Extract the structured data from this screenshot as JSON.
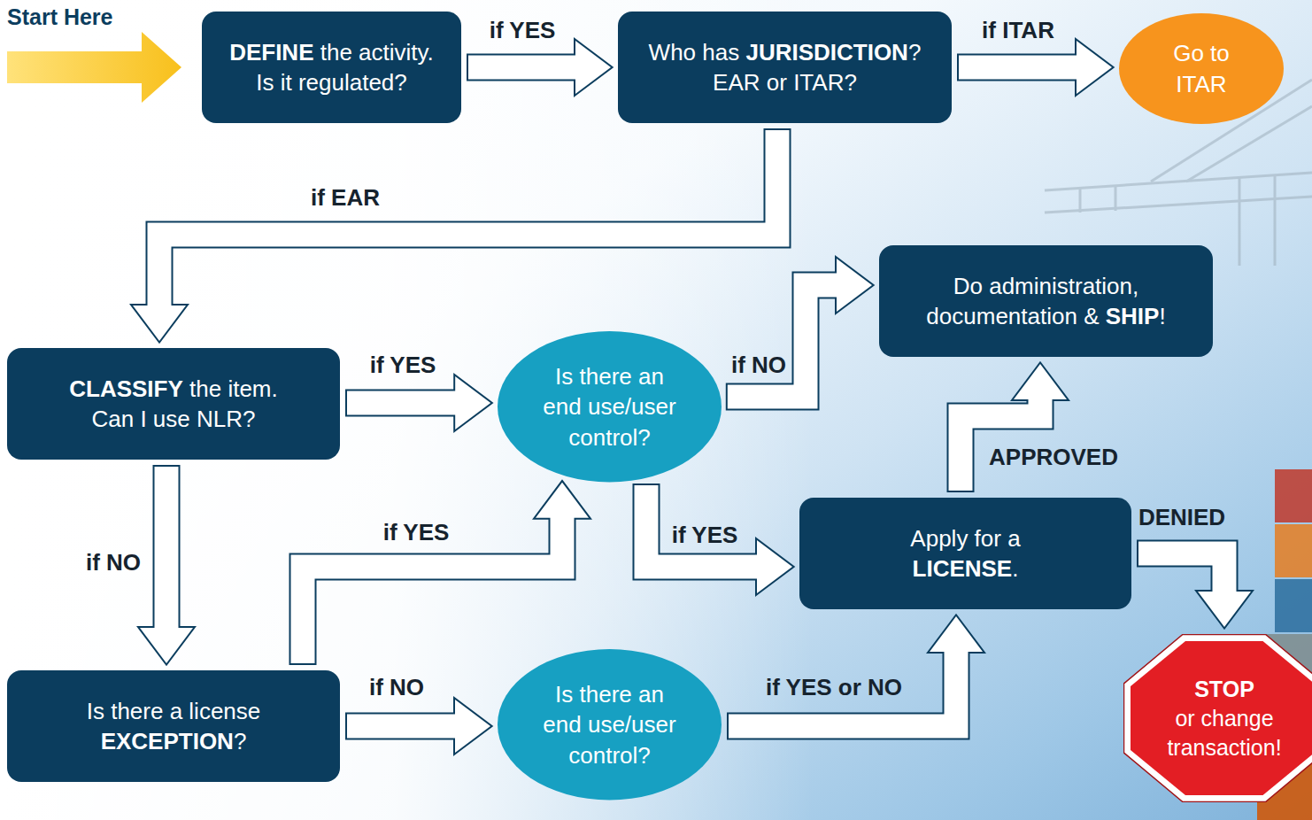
{
  "diagram": {
    "nodes": [
      {
        "text": [
          "DEFINE the activity. Is it regulated?"
        ]
      },
      {
        "text": [
          "Who has JURISDICTION? EAR or ITAR?"
        ]
      },
      {
        "text": [
          "Go to ITAR"
        ]
      },
      {
        "text": [
          "Do administration, documentation & SHIP!"
        ]
      },
      {
        "text": [
          "CLASSIFY the item. Can I use NLR?"
        ]
      },
      {
        "text": [
          "Is there an end use/user control?"
        ]
      },
      {
        "text": [
          "Apply for a LICENSE."
        ]
      },
      {
        "text": [
          "Is there a license EXCEPTION?"
        ]
      },
      {
        "text": [
          "Is there an end use/user control?"
        ]
      },
      {
        "text": [
          "STOP or change transaction!"
        ]
      }
    ],
    "edges": [
      {
        "from": 0,
        "to": 1,
        "label": "if YES",
        "arrow": "to"
      },
      {
        "from": 1,
        "to": 2,
        "label": "if ITAR",
        "arrow": "to"
      },
      {
        "from": 1,
        "to": 4,
        "label": "if EAR",
        "arrow": "to"
      },
      {
        "from": 4,
        "to": 5,
        "label": "if YES",
        "arrow": "to"
      },
      {
        "from": 5,
        "to": 3,
        "label": "if NO",
        "arrow": "to"
      },
      {
        "from": 5,
        "to": 6,
        "label": "if YES",
        "arrow": "to"
      },
      {
        "from": 4,
        "to": 7,
        "label": "if NO",
        "arrow": "to"
      },
      {
        "from": 7,
        "to": 5,
        "label": "if YES",
        "arrow": "to"
      },
      {
        "from": 7,
        "to": 8,
        "label": "if NO",
        "arrow": "to"
      },
      {
        "from": 8,
        "to": 6,
        "label": "if YES or NO",
        "arrow": "to"
      },
      {
        "from": 6,
        "to": 3,
        "label": "APPROVED",
        "arrow": "to"
      },
      {
        "from": 6,
        "to": 9,
        "label": "DENIED",
        "arrow": "to"
      }
    ],
    "labels": [
      "Start Here"
    ]
  }
}
